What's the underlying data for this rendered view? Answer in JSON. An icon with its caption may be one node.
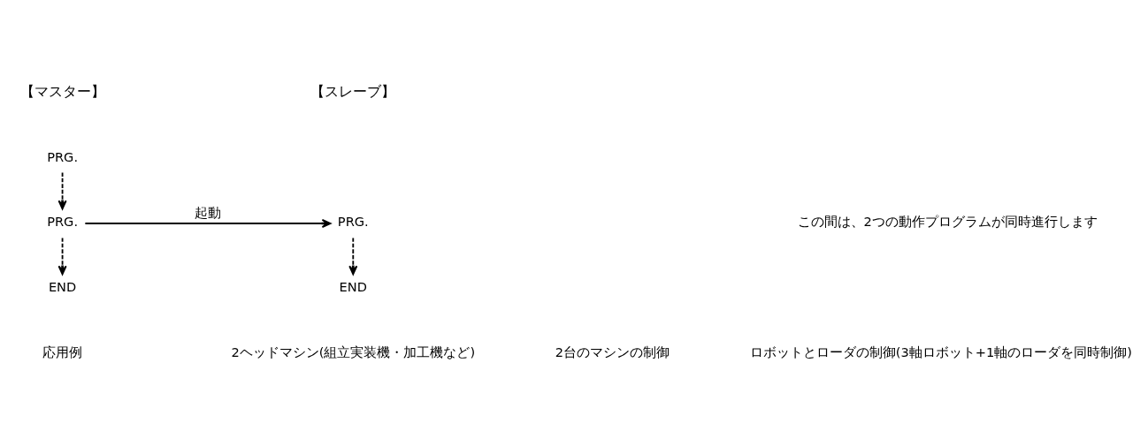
{
  "diagram": {
    "nodes": [
      {
        "text": [
          "PRG."
        ]
      },
      {
        "text": [
          "PRG."
        ]
      },
      {
        "text": [
          "END"
        ]
      },
      {
        "text": [
          "PRG."
        ]
      },
      {
        "text": [
          "END"
        ]
      }
    ],
    "edges": [
      {
        "from": 0,
        "to": 1,
        "arrow": "to",
        "style": "dashed"
      },
      {
        "from": 1,
        "to": 2,
        "arrow": "to",
        "style": "dashed"
      },
      {
        "from": 1,
        "to": 3,
        "arrow": "to",
        "label": "起動"
      },
      {
        "from": 3,
        "to": 4,
        "arrow": "to",
        "style": "dashed"
      }
    ],
    "labels": [
      "【マスター】",
      "【スレーブ】",
      "この間は、2つの動作プログラムが同時進行します",
      "応用例",
      "2ヘッドマシン(組立実装機・加工機など)",
      "2台のマシンの制御",
      "ロボットとローダの制御(3軸ロボット+1軸のローダを同時制御)"
    ]
  }
}
